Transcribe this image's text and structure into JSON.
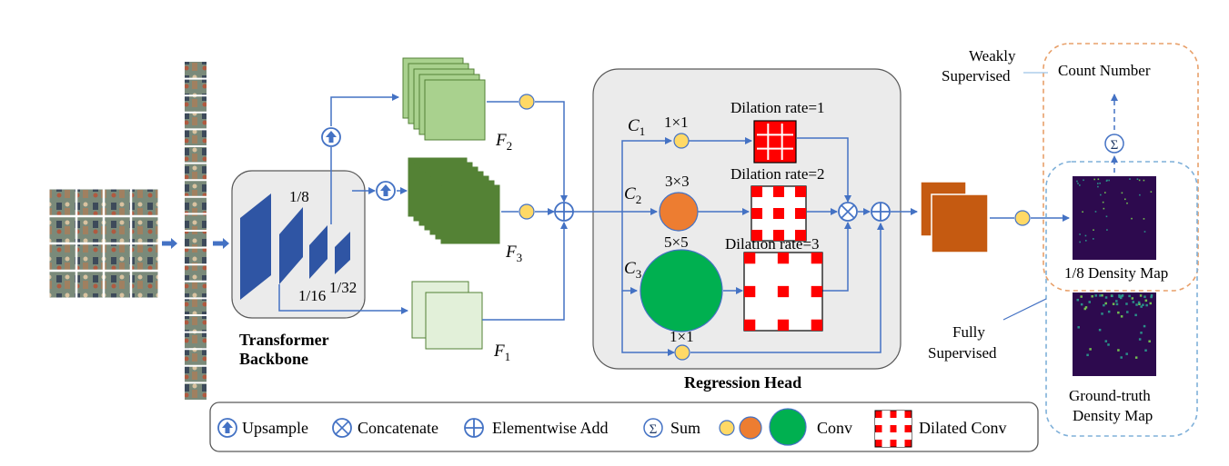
{
  "colors": {
    "arrow": "#4472c4",
    "backbone_block": "#2f55a4",
    "f1_fill": "#e2f0d9",
    "f2_fill": "#a9d18e",
    "f3_fill": "#548235",
    "yellow_node": "#ffd966",
    "orange_node": "#ed7d31",
    "green_node": "#00b050",
    "dilated_red": "#ff0000",
    "output_feature": "#c55a11",
    "density_map": "#2d0a4e",
    "weak_border": "#f4b183",
    "full_border": "#9dc3e6"
  },
  "labels": {
    "backbone_title": "Transformer Backbone",
    "backbone_line1": "Transformer",
    "backbone_line2": "Backbone",
    "scale_1_8": "1/8",
    "scale_1_16": "1/16",
    "scale_1_32": "1/32",
    "f2_label": "F",
    "f2_sub": "2",
    "f3_label": "F",
    "f3_sub": "3",
    "f1_label": "F",
    "f1_sub": "1",
    "c1_label": "C",
    "c1_sub": "1",
    "c2_label": "C",
    "c2_sub": "2",
    "c3_label": "C",
    "c3_sub": "3",
    "k_1x1_top": "1×1",
    "k_3x3": "3×3",
    "k_5x5": "5×5",
    "k_1x1_bottom": "1×1",
    "dilation1": "Dilation rate=1",
    "dilation2": "Dilation rate=2",
    "dilation3": "Dilation rate=3",
    "regression_head": "Regression Head",
    "weakly_line1": "Weakly",
    "weakly_line2": "Supervised",
    "count_number": "Count Number",
    "density_1_8": "1/8 Density Map",
    "fully_line1": "Fully",
    "fully_line2": "Supervised",
    "gt_line1": "Ground-truth",
    "gt_line2": "Density Map"
  },
  "legend": {
    "upsample": "Upsample",
    "concatenate": "Concatenate",
    "elementwise_add": "Elementwise Add",
    "sum": "Sum",
    "conv": "Conv",
    "dilated_conv": "Dilated Conv"
  }
}
